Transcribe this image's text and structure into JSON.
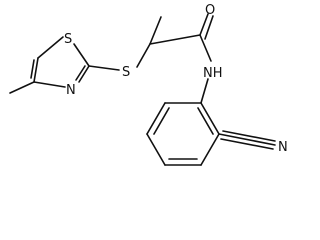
{
  "molecule": {
    "atoms": {
      "sulfur_ring": "S",
      "nitrogen_ring": "N",
      "sulfur_linker": "S",
      "oxygen": "O",
      "amide_nitrogen": "NH",
      "nitrile_nitrogen": "N"
    }
  }
}
